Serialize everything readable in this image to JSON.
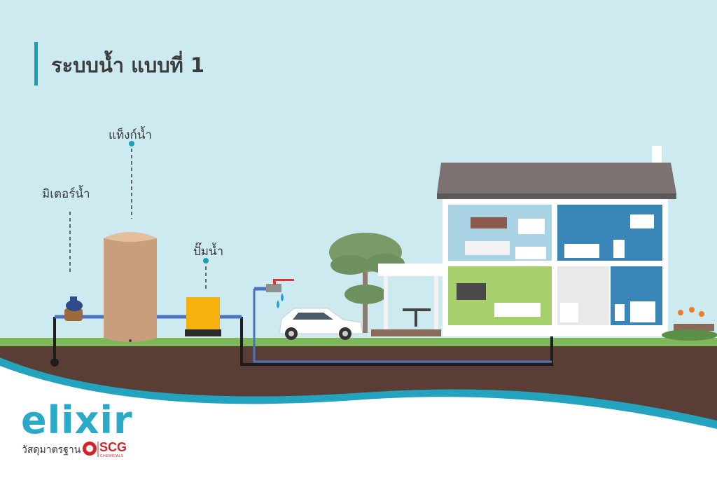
{
  "title": "ระบบน้ำ แบบที่ 1",
  "labels": {
    "meter": "มิเตอร์น้ำ",
    "tank": "แท็งก์น้ำ",
    "pump": "ปั๊มน้ำ"
  },
  "brand": {
    "logo": "elixir",
    "tagline": "วัสดุมาตรฐาน",
    "company": "SCG",
    "company_sub": "CHEMICALS"
  },
  "colors": {
    "sky": "#cdeaf1",
    "accent": "#1aa0b2",
    "pipe": "#4a74c2",
    "tank": "#c99e7c",
    "pump": "#f5b20f",
    "soil": "#5a3e36",
    "grass": "#7fb85a",
    "roof": "#7c7272"
  },
  "icons": [
    "water-meter-icon",
    "water-tank-icon",
    "water-pump-icon",
    "faucet-icon",
    "car-icon",
    "tree-icon",
    "house-icon",
    "scg-emblem-icon"
  ]
}
